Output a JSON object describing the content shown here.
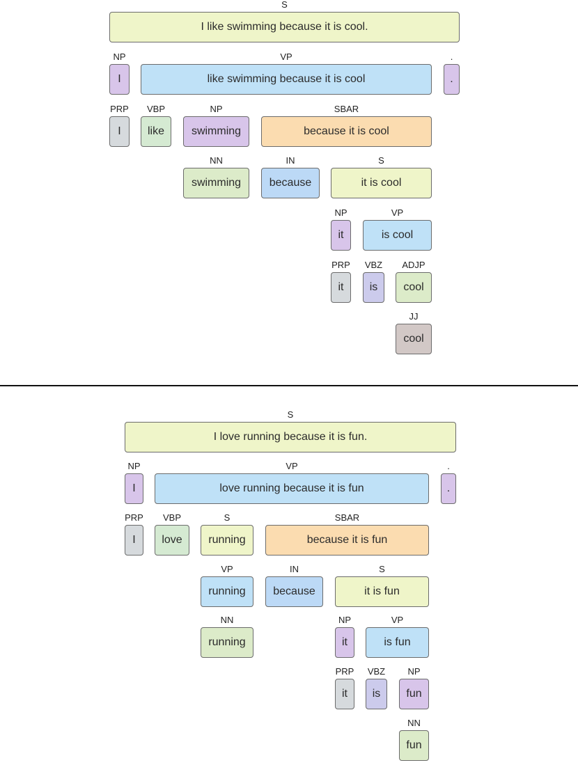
{
  "colors": {
    "S": "#eff5c9",
    "NP": "#d8c5ea",
    "VP": "#bfe1f7",
    "PRP": "#d6dadd",
    "VBP": "#d5ead2",
    "SBAR": "#fbdcb0",
    "NN": "#dcebc9",
    "IN": "#bcd9f6",
    "VBZ": "#cccbec",
    "ADJP": "#dcebc9",
    "JJ": "#d2c8c6",
    ".": "#d8c5ea"
  },
  "trees": [
    {
      "name": "tree-1",
      "nodes": [
        {
          "name": "root-s",
          "tag": "S",
          "text": "I like swimming because it is cool."
        },
        {
          "name": "np-subject",
          "tag": "NP",
          "text": "I"
        },
        {
          "name": "vp-main",
          "tag": "VP",
          "text": "like swimming because it is cool"
        },
        {
          "name": "punct",
          "tag": ".",
          "text": "."
        },
        {
          "name": "prp-i",
          "tag": "PRP",
          "text": "I"
        },
        {
          "name": "vbp-like",
          "tag": "VBP",
          "text": "like"
        },
        {
          "name": "np-swimming",
          "tag": "NP",
          "text": "swimming"
        },
        {
          "name": "sbar",
          "tag": "SBAR",
          "text": "because it is cool"
        },
        {
          "name": "nn-swimming",
          "tag": "NN",
          "text": "swimming"
        },
        {
          "name": "in-because",
          "tag": "IN",
          "text": "because"
        },
        {
          "name": "s-clause",
          "tag": "S",
          "text": "it is cool"
        },
        {
          "name": "np-it",
          "tag": "NP",
          "text": "it"
        },
        {
          "name": "vp-is-cool",
          "tag": "VP",
          "text": "is cool"
        },
        {
          "name": "prp-it",
          "tag": "PRP",
          "text": "it"
        },
        {
          "name": "vbz-is",
          "tag": "VBZ",
          "text": "is"
        },
        {
          "name": "adjp-cool",
          "tag": "ADJP",
          "text": "cool"
        },
        {
          "name": "jj-cool",
          "tag": "JJ",
          "text": "cool"
        }
      ]
    },
    {
      "name": "tree-2",
      "nodes": [
        {
          "name": "root-s",
          "tag": "S",
          "text": "I love running because it is fun."
        },
        {
          "name": "np-subject",
          "tag": "NP",
          "text": "I"
        },
        {
          "name": "vp-main",
          "tag": "VP",
          "text": "love running because it is fun"
        },
        {
          "name": "punct",
          "tag": ".",
          "text": "."
        },
        {
          "name": "prp-i",
          "tag": "PRP",
          "text": "I"
        },
        {
          "name": "vbp-love",
          "tag": "VBP",
          "text": "love"
        },
        {
          "name": "s-running",
          "tag": "S",
          "text": "running"
        },
        {
          "name": "sbar",
          "tag": "SBAR",
          "text": "because it is fun"
        },
        {
          "name": "vp-running",
          "tag": "VP",
          "text": "running"
        },
        {
          "name": "in-because",
          "tag": "IN",
          "text": "because"
        },
        {
          "name": "s-clause",
          "tag": "S",
          "text": "it is fun"
        },
        {
          "name": "nn-running",
          "tag": "NN",
          "text": "running"
        },
        {
          "name": "np-it",
          "tag": "NP",
          "text": "it"
        },
        {
          "name": "vp-is-fun",
          "tag": "VP",
          "text": "is fun"
        },
        {
          "name": "prp-it",
          "tag": "PRP",
          "text": "it"
        },
        {
          "name": "vbz-is",
          "tag": "VBZ",
          "text": "is"
        },
        {
          "name": "np-fun",
          "tag": "NP",
          "text": "fun"
        },
        {
          "name": "nn-fun",
          "tag": "NN",
          "text": "fun"
        }
      ]
    }
  ]
}
